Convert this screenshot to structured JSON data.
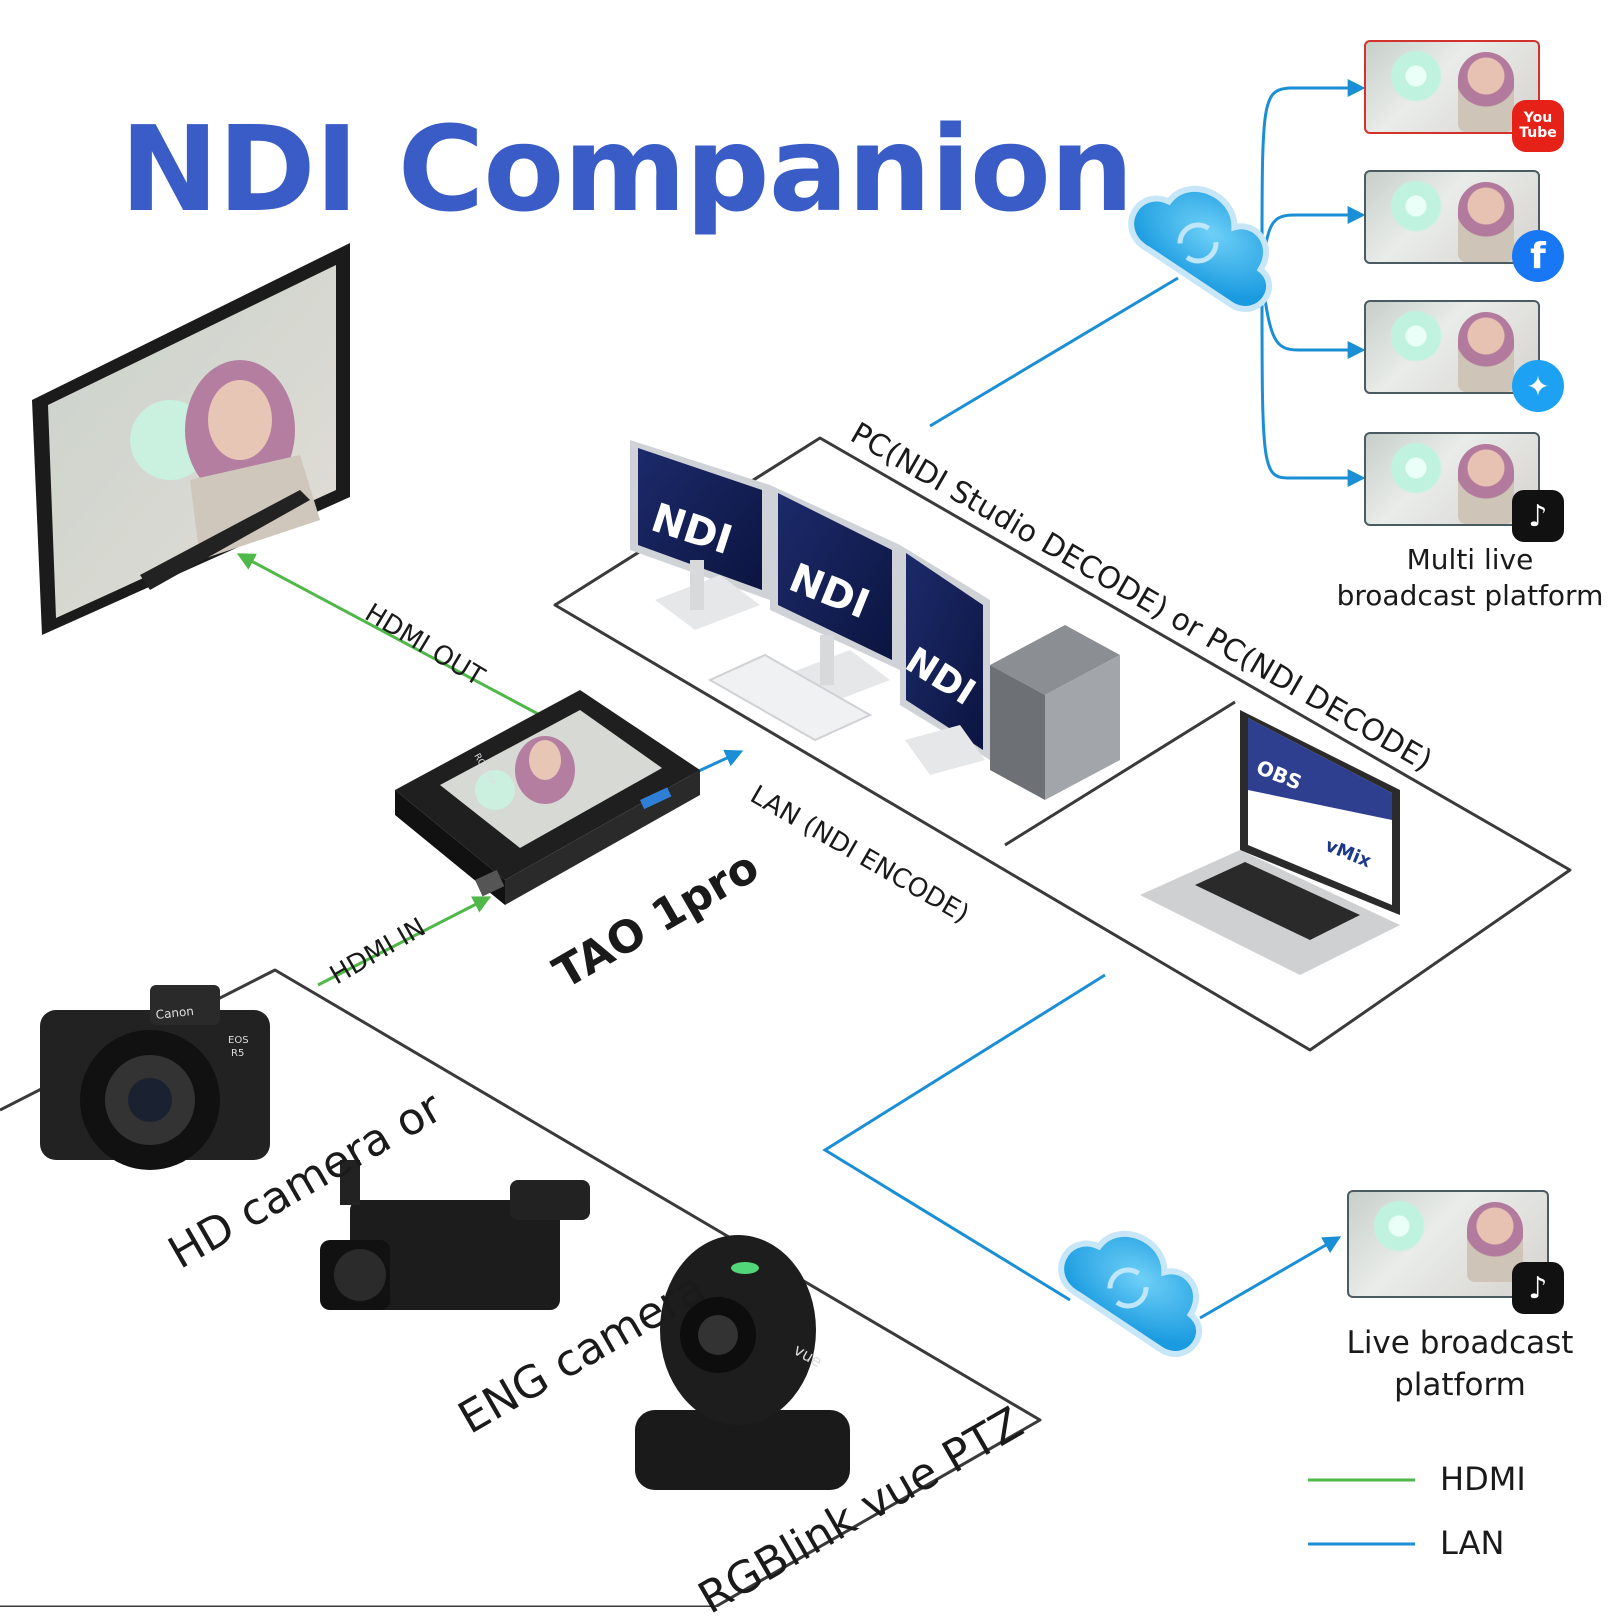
{
  "title": "NDI Companion",
  "labels": {
    "hdmi_out": "HDMI OUT",
    "hdmi_in": "HDMI IN",
    "device": "TAO 1pro",
    "lan": "LAN (NDI ENCODE)",
    "pc_group": "PC(NDI Studio DECODE)  or  PC(NDI DECODE)",
    "hd_camera": "HD camera or",
    "eng_camera": "ENG camera",
    "ptz": "RGBlink vue PTZ",
    "multi_platform_line1": "Multi live",
    "multi_platform_line2": "broadcast platform",
    "live_platform_line1": "Live broadcast",
    "live_platform_line2": "platform",
    "monitor_text": "NDI",
    "obs": "OBS",
    "vmix": "vMix",
    "camera_brand": "Canon",
    "camera_model_line1": "EOS",
    "camera_model_line2": "R5",
    "ptz_brand": "vue",
    "tao_brand": "RGBlink",
    "youtube_line1": "You",
    "youtube_line2": "Tube"
  },
  "legend": [
    {
      "label": "HDMI",
      "color": "#4fb848"
    },
    {
      "label": "LAN",
      "color": "#1a8fd6"
    }
  ],
  "colors": {
    "title": "#3a5cc7",
    "hdmi": "#4fb848",
    "lan": "#1a8fd6",
    "cloud": "#29a9e6",
    "outline": "#3a3a3a"
  },
  "platform_icons": [
    "youtube-icon",
    "facebook-icon",
    "twitter-icon",
    "tiktok-icon"
  ],
  "single_platform_icon": "tiktok-icon"
}
